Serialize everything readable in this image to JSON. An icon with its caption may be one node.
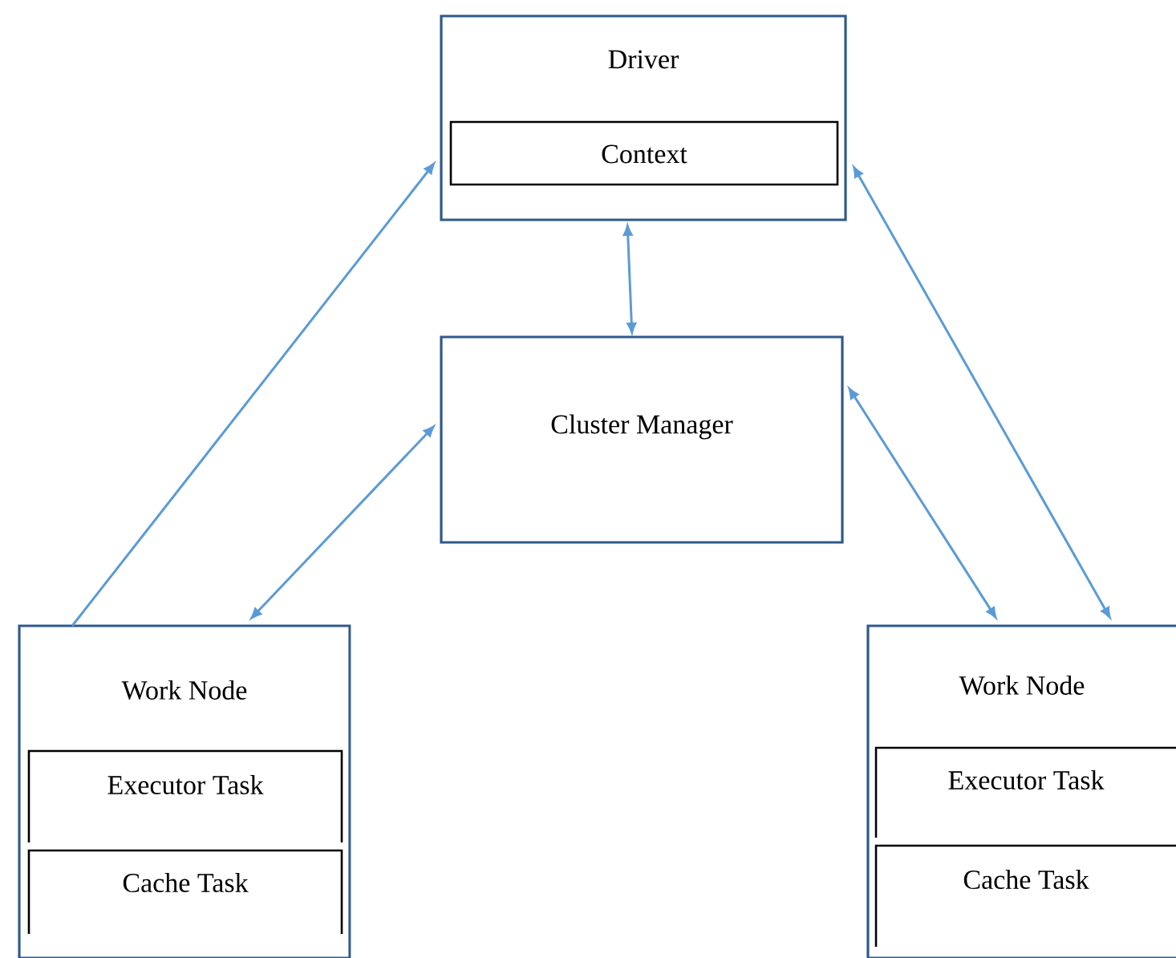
{
  "diagram": {
    "nodes": [
      {
        "text": [
          "Driver"
        ]
      },
      {
        "text": [
          "Context"
        ],
        "in": 0
      },
      {
        "text": [
          "Cluster Manager"
        ]
      },
      {
        "text": [
          "Work Node"
        ]
      },
      {
        "text": [
          "Executor Task"
        ],
        "in": 3
      },
      {
        "text": [
          "Cache Task"
        ],
        "in": 3
      },
      {
        "text": [
          "Work Node"
        ]
      },
      {
        "text": [
          "Executor Task"
        ],
        "in": 6
      },
      {
        "text": [
          "Cache Task"
        ],
        "in": 6
      }
    ],
    "edges": [
      {
        "from": 3,
        "to": 0,
        "arrow": "to"
      },
      {
        "from": 0,
        "to": 2,
        "arrow": "both"
      },
      {
        "from": 2,
        "to": 3,
        "arrow": "both"
      },
      {
        "from": 0,
        "to": 6,
        "arrow": "both"
      },
      {
        "from": 2,
        "to": 6,
        "arrow": "both"
      }
    ]
  }
}
